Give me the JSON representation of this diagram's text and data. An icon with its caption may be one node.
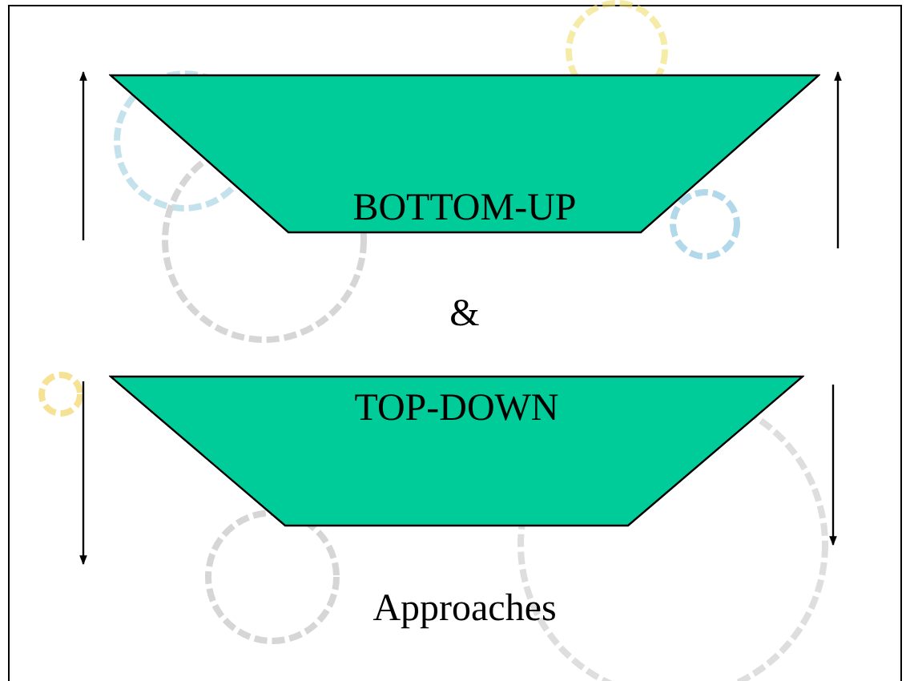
{
  "diagram": {
    "nodes": [
      {
        "text": [
          "BOTTOM-UP"
        ]
      },
      {
        "text": [
          "TOP-DOWN"
        ]
      }
    ],
    "labels": [
      "&",
      "Approaches"
    ]
  }
}
